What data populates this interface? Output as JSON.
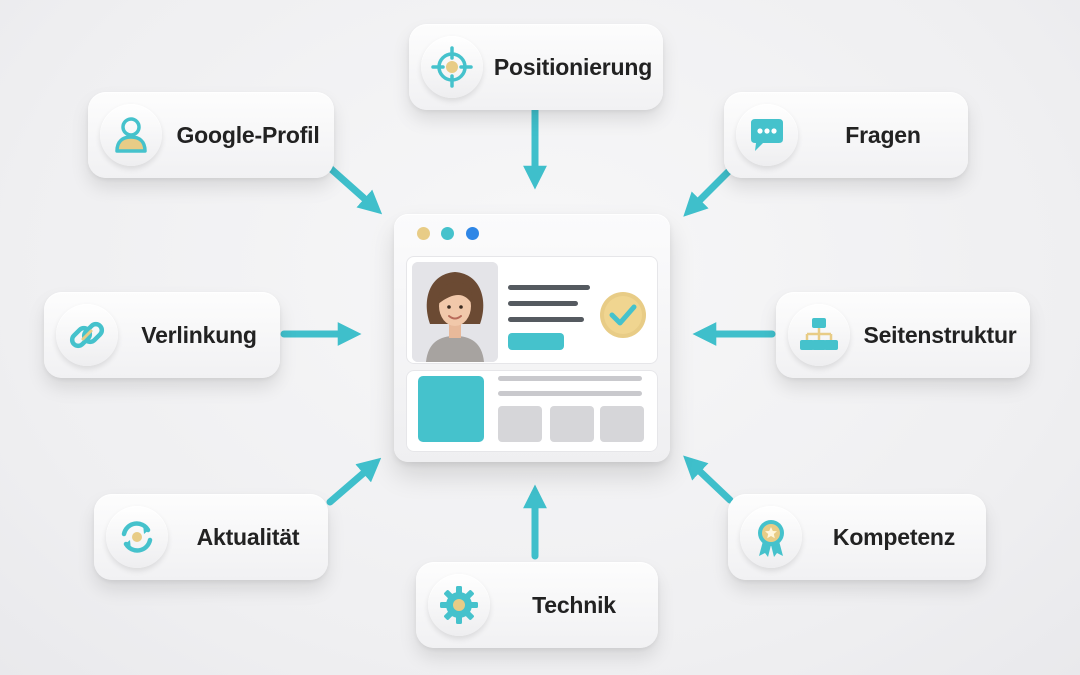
{
  "nodes": {
    "positionierung": {
      "label": "Positionierung",
      "icon": "target-icon"
    },
    "google_profil": {
      "label": "Google-Profil",
      "icon": "user-icon"
    },
    "fragen": {
      "label": "Fragen",
      "icon": "chat-bubble-icon"
    },
    "verlinkung": {
      "label": "Verlinkung",
      "icon": "chain-link-icon"
    },
    "seitenstruktur": {
      "label": "Seitenstruktur",
      "icon": "sitemap-icon"
    },
    "aktualitaet": {
      "label": "Aktualität",
      "icon": "refresh-icon"
    },
    "kompetenz": {
      "label": "Kompetenz",
      "icon": "award-ribbon-icon"
    },
    "technik": {
      "label": "Technik",
      "icon": "gear-icon"
    }
  },
  "center": {
    "icon": "browser-profile-window",
    "badge_icon": "check-icon"
  },
  "colors": {
    "teal": "#45c2cc",
    "gold": "#e8cc86",
    "blue": "#2e86e6",
    "text": "#222222"
  }
}
